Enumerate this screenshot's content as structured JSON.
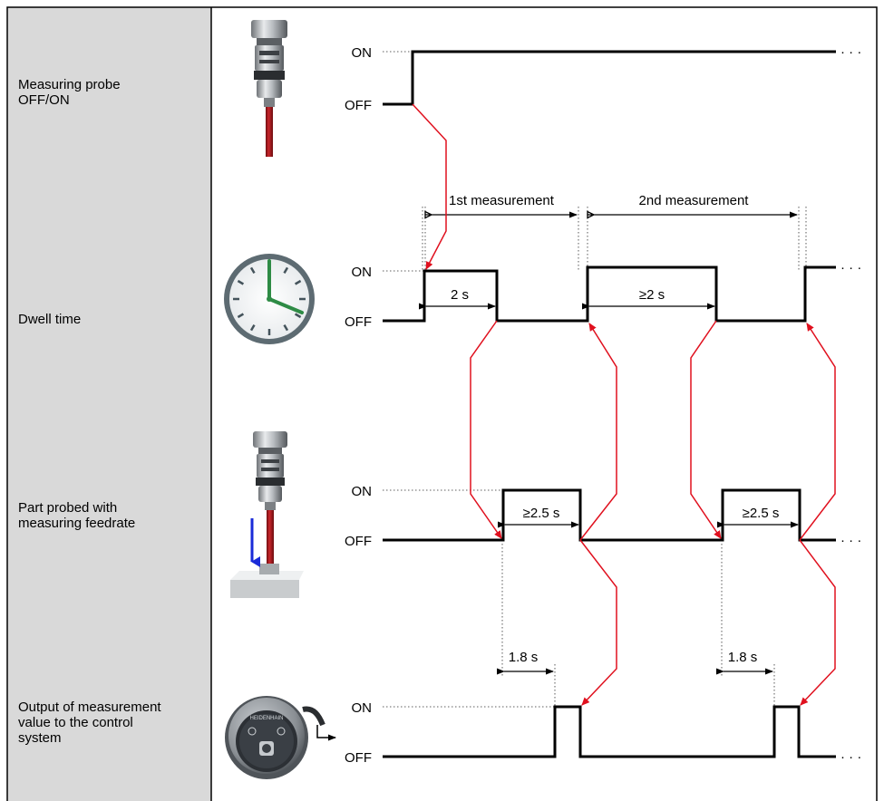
{
  "rows": [
    {
      "label": "Measuring probe\nOFF/ON",
      "icon": "measuring-probe-icon"
    },
    {
      "label": "Dwell time",
      "icon": "clock-icon"
    },
    {
      "label": "Part probed with\nmeasuring feedrate",
      "icon": "probe-touching-part-icon"
    },
    {
      "label": "Output of measurement\nvalue to the control\nsystem",
      "icon": "receiver-unit-icon"
    }
  ],
  "levels": {
    "on": "ON",
    "off": "OFF"
  },
  "continuation": "· · ·",
  "intervals": {
    "first": "1st measurement",
    "second": "2nd measurement"
  },
  "durations": {
    "dwell_first": "2 s",
    "dwell_second": "≥2 s",
    "probe_first": "≥2.5 s",
    "probe_second": "≥2.5 s",
    "delay_first": "1.8 s",
    "delay_second": "1.8 s"
  },
  "colors": {
    "label_column": "#d9d9d9",
    "signal": "#000000",
    "causal_arrow": "#e0101e",
    "dotted_guide": "#7f7f7f",
    "clock_hand": "#2e8b45",
    "probe_stylus": "#b3141b",
    "feed_arrow": "#1a2bd8"
  }
}
